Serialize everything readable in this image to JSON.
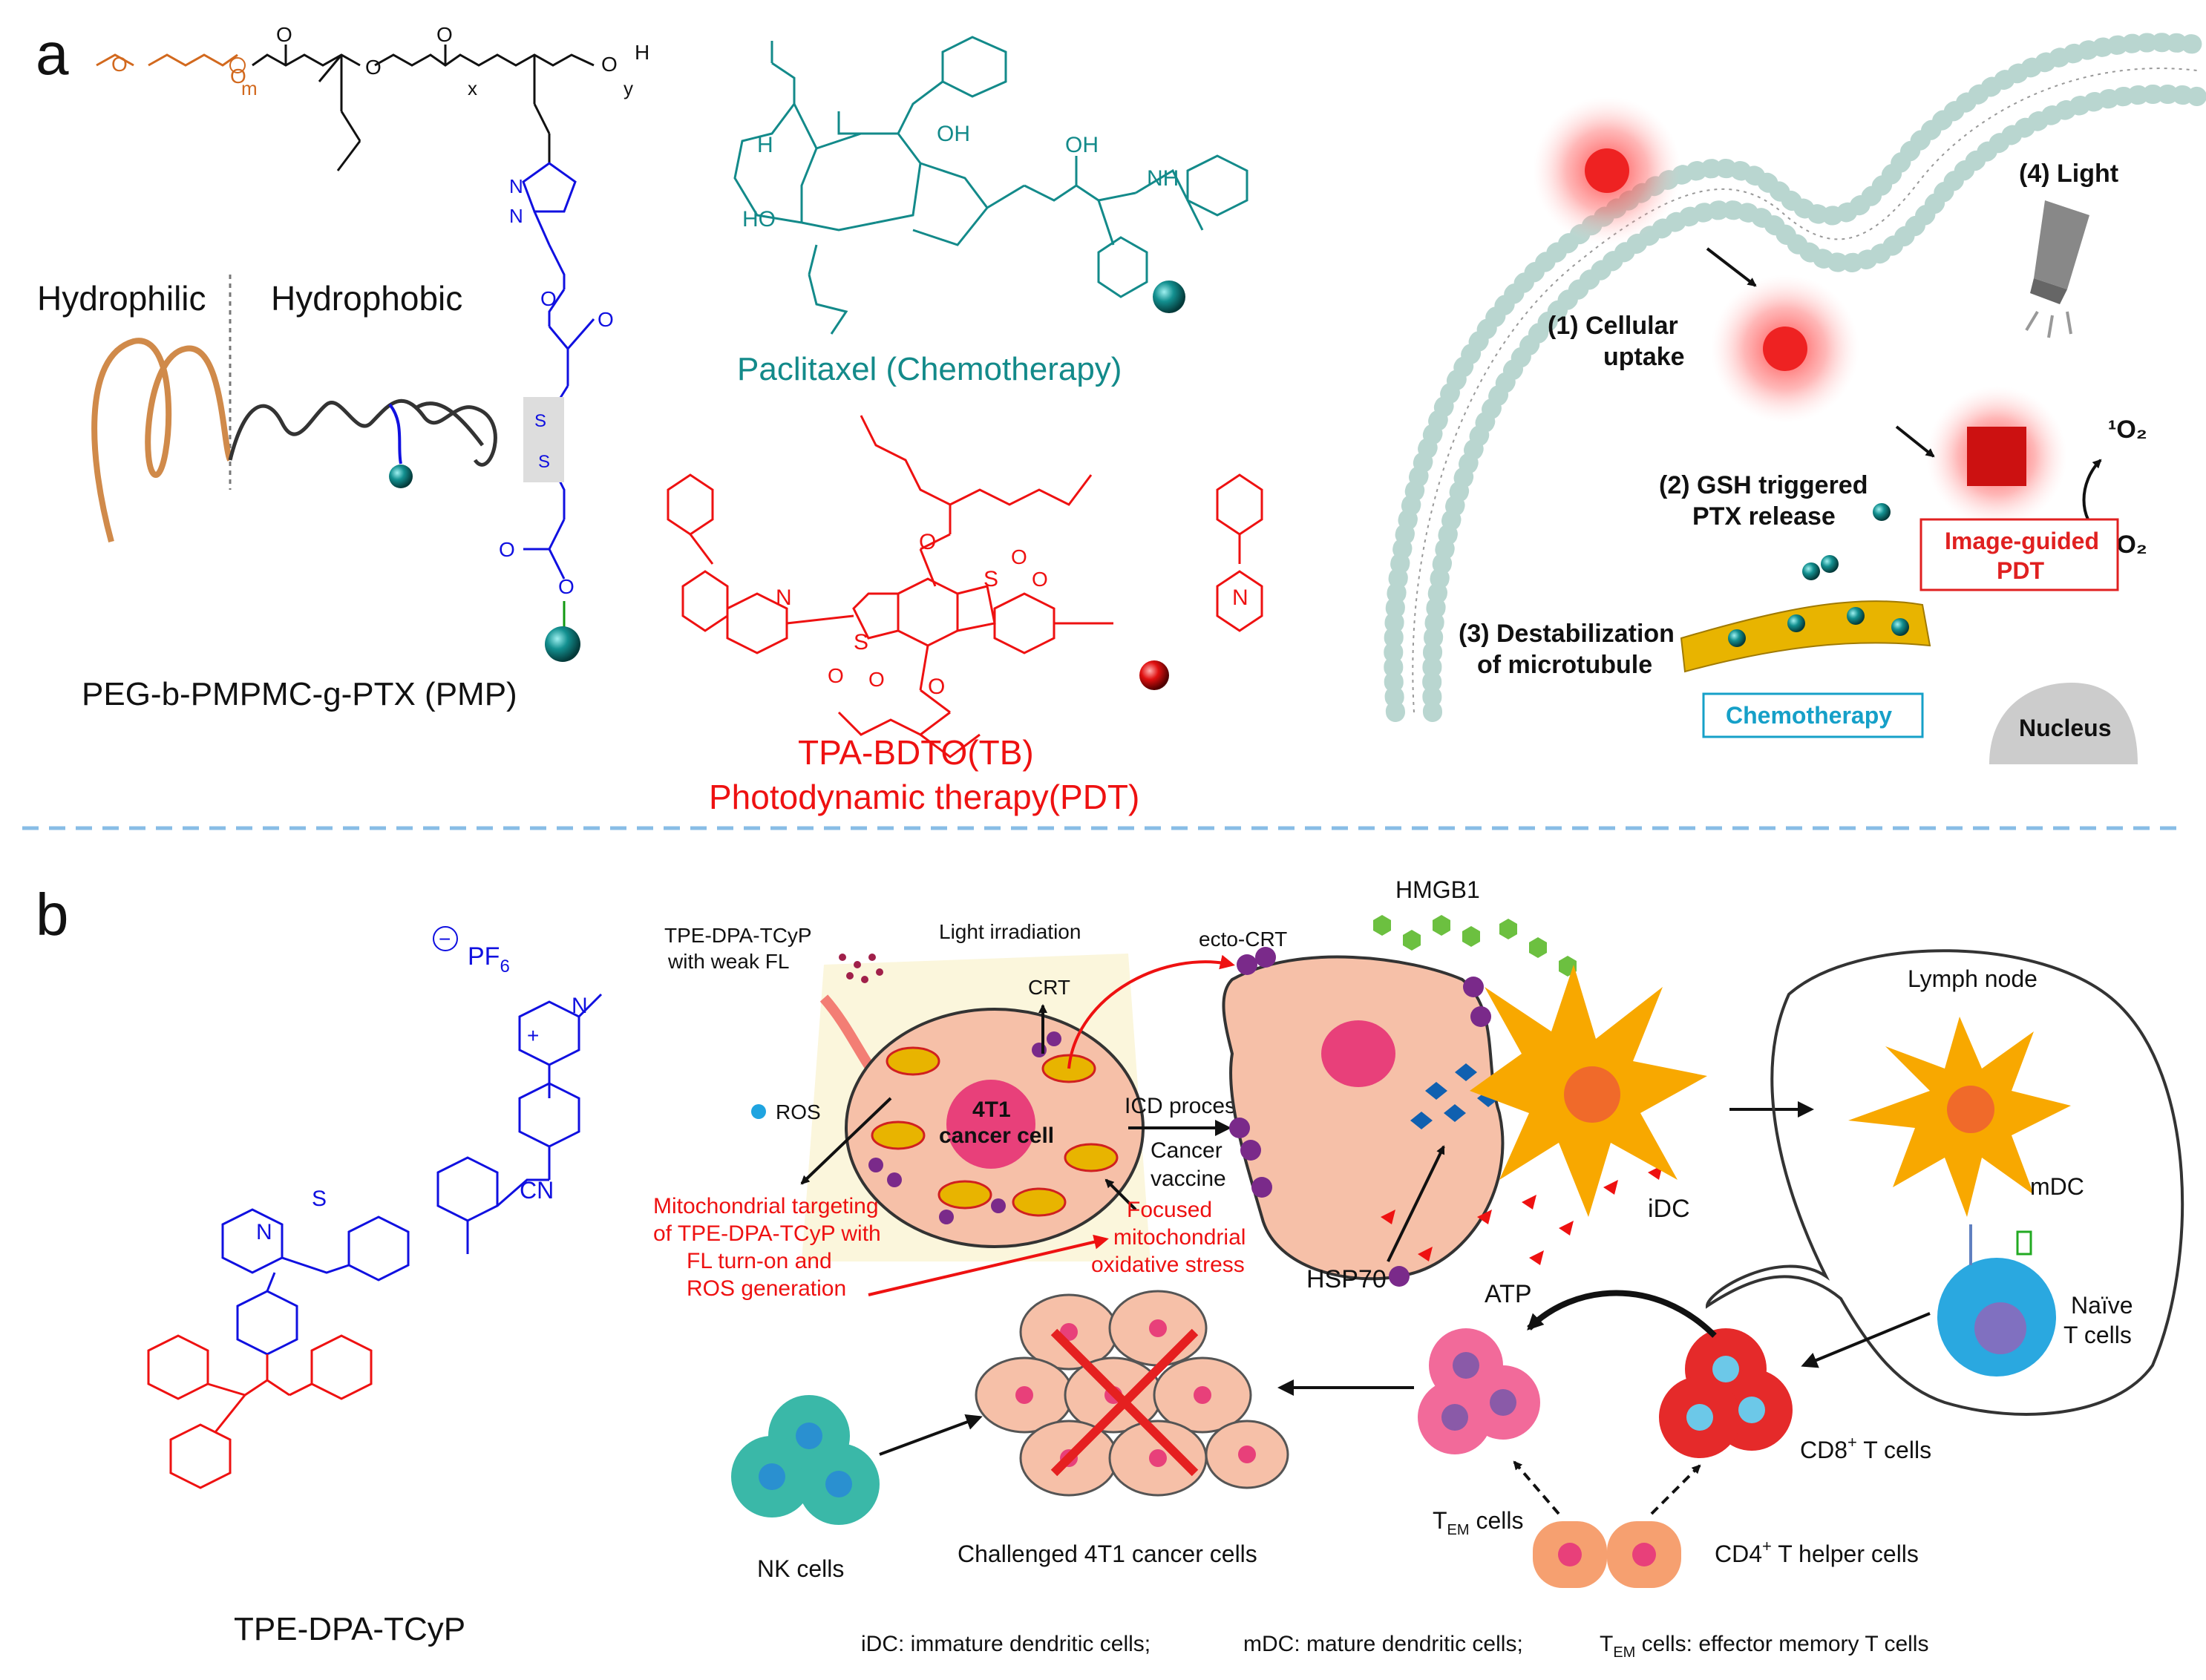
{
  "colors": {
    "peg": "#d2691e",
    "linker": "#1010e0",
    "ptx": "#138a8a",
    "tb": "#ee1111",
    "divider": "#88bde6",
    "chemo_box": "#16a0c8",
    "pdt_box": "#e02020",
    "microtubule": "#e8b400",
    "membrane": "#b9d6d0",
    "cancer_cell": "#f6c0a8",
    "dc": "#f8a800",
    "naive_t": "#2aa8e0",
    "cd8": "#e52a2a",
    "tem": "#f26a9a",
    "cd4": "#f6a070",
    "nk": "#3ab8a8"
  },
  "panel_a": {
    "label": "a",
    "peg_subscript_m": "m",
    "subscript_x": "x",
    "subscript_y": "y",
    "end_group_h": "H",
    "hydrophilic": "Hydrophilic",
    "hydrophobic": "Hydrophobic",
    "polymer_name": "PEG-b-PMPMC-g-PTX (PMP)",
    "ptx_caption": "Paclitaxel (Chemotherapy)",
    "tb_caption_1": "TPA-BDTO(TB)",
    "tb_caption_2": "Photodynamic therapy(PDT)",
    "atoms": {
      "O": "O",
      "N": "N",
      "S": "S",
      "H": "H",
      "OH": "OH",
      "HO": "HO",
      "NH": "NH"
    },
    "step1_line1": "(1) Cellular",
    "step1_line2": "uptake",
    "step2_line1": "(2) GSH triggered",
    "step2_line2": "PTX release",
    "step3_line1": "(3) Destabilization",
    "step3_line2": "of microtubule",
    "step4": "(4) Light",
    "singlet_o2": "¹O₂",
    "triplet_o2": "³O₂",
    "image_guided_1": "Image-guided",
    "image_guided_2": "PDT",
    "chemotherapy": "Chemotherapy",
    "nucleus": "Nucleus"
  },
  "panel_b": {
    "label": "b",
    "pf6": "PF",
    "pf6_sub": "6",
    "cn": "CN",
    "atom_n": "N",
    "atom_s": "S",
    "plus": "+",
    "minus": "−",
    "molecule_name": "TPE-DPA-TCyP",
    "tpe_weak_1": "TPE-DPA-TCyP",
    "tpe_weak_2": "with weak FL",
    "light_irradiation": "Light irradiation",
    "crt": "CRT",
    "ros": "ROS",
    "cell_4t1_1": "4T1",
    "cell_4t1_2": "cancer cell",
    "mito_target": [
      "Mitochondrial targeting",
      "of TPE-DPA-TCyP with",
      "FL turn-on and",
      "ROS generation"
    ],
    "focused": [
      "Focused",
      "mitochondrial",
      "oxidative stress"
    ],
    "icd_process": "ICD process",
    "cancer_vaccine_1": "Cancer",
    "cancer_vaccine_2": "vaccine",
    "ecto_crt": "ecto-CRT",
    "hmgb1": "HMGB1",
    "hsp70": "HSP70",
    "atp": "ATP",
    "idc": "iDC",
    "lymph_node": "Lymph node",
    "mdc": "mDC",
    "naive_1": "Naïve",
    "naive_2": "T cells",
    "cd8_pre": "CD8",
    "cd8_sup": "+",
    "cd8_post": " T cells",
    "tem_pre": "T",
    "tem_sub": "EM",
    "tem_post": " cells",
    "cd4_pre": "CD4",
    "cd4_sup": "+",
    "cd4_post": " T helper cells",
    "nk_cells": "NK cells",
    "challenged": "Challenged 4T1 cancer cells",
    "footer_1": "iDC: immature dendritic cells;",
    "footer_2": "mDC: mature dendritic cells;",
    "footer_3_pre": "T",
    "footer_3_sub": "EM",
    "footer_3_post": " cells: effector memory T cells"
  }
}
